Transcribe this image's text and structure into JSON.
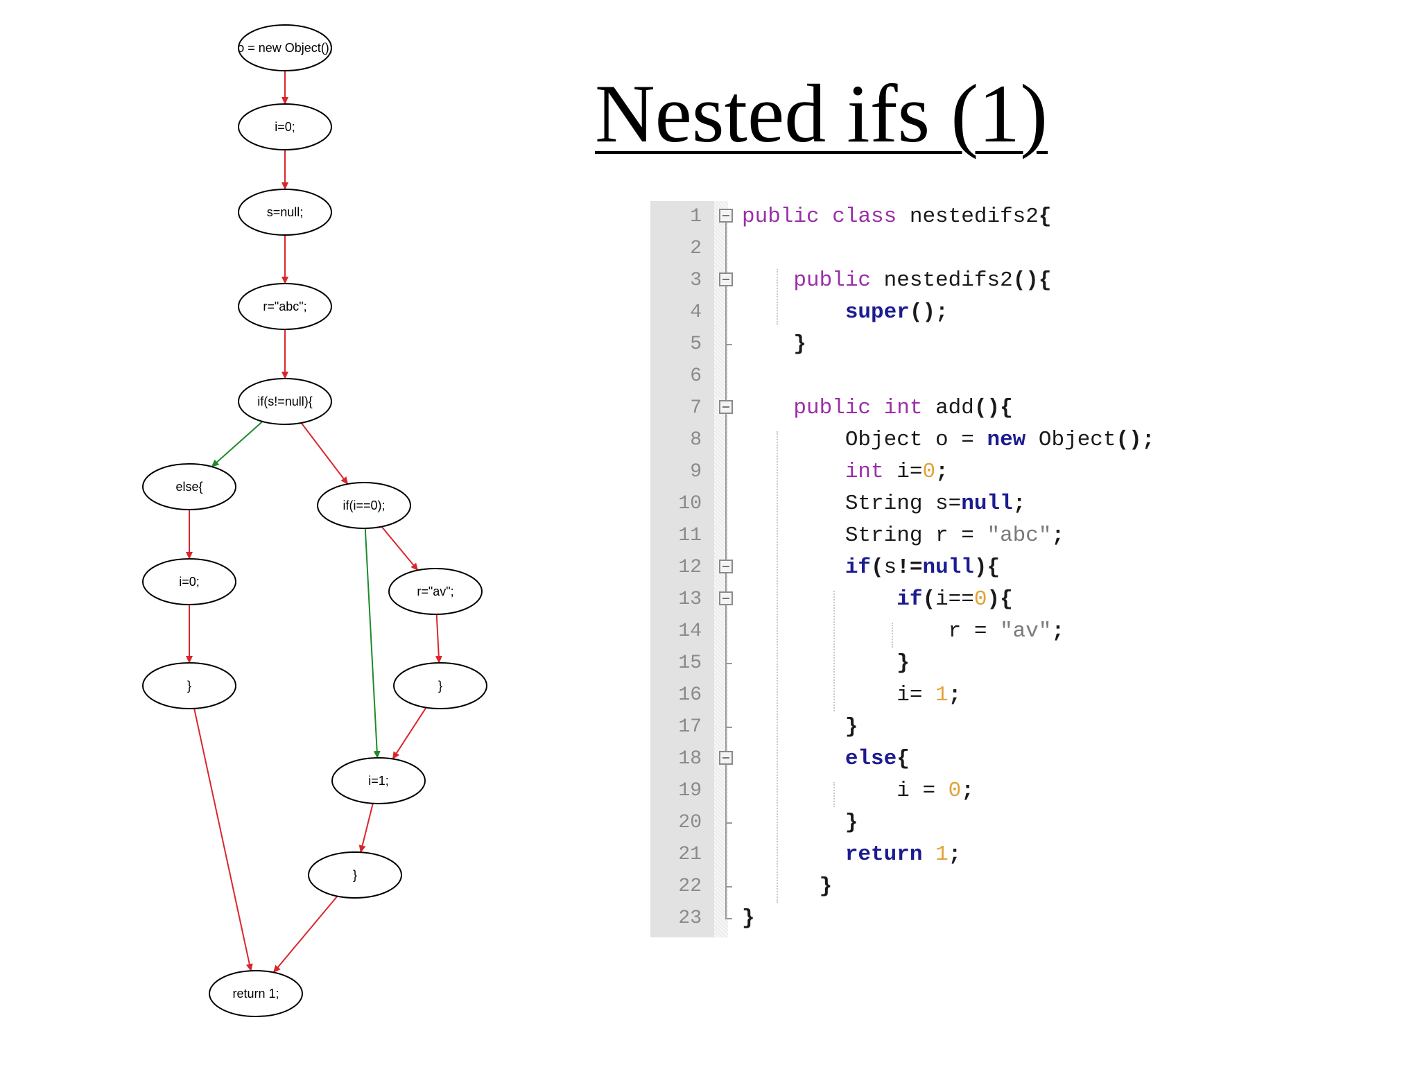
{
  "slide": {
    "title": "Nested ifs (1)"
  },
  "flowchart": {
    "nodes": [
      {
        "id": "n1",
        "label": "o = new Object();"
      },
      {
        "id": "n2",
        "label": "i=0;"
      },
      {
        "id": "n3",
        "label": "s=null;"
      },
      {
        "id": "n4",
        "label": "r=\"abc\";"
      },
      {
        "id": "n5",
        "label": "if(s!=null){"
      },
      {
        "id": "n6",
        "label": "else{"
      },
      {
        "id": "n7",
        "label": "if(i==0);"
      },
      {
        "id": "n8",
        "label": "i=0;"
      },
      {
        "id": "n9",
        "label": "r=\"av\";"
      },
      {
        "id": "n10",
        "label": "}"
      },
      {
        "id": "n11",
        "label": "}"
      },
      {
        "id": "n12",
        "label": "i=1;"
      },
      {
        "id": "n13",
        "label": "}"
      },
      {
        "id": "n14",
        "label": "return 1;"
      }
    ],
    "edges": [
      {
        "from": "n1",
        "to": "n2",
        "kind": "red"
      },
      {
        "from": "n2",
        "to": "n3",
        "kind": "red"
      },
      {
        "from": "n3",
        "to": "n4",
        "kind": "red"
      },
      {
        "from": "n4",
        "to": "n5",
        "kind": "red"
      },
      {
        "from": "n5",
        "to": "n6",
        "kind": "green"
      },
      {
        "from": "n5",
        "to": "n7",
        "kind": "red"
      },
      {
        "from": "n6",
        "to": "n8",
        "kind": "red"
      },
      {
        "from": "n7",
        "to": "n9",
        "kind": "red"
      },
      {
        "from": "n7",
        "to": "n12",
        "kind": "green"
      },
      {
        "from": "n8",
        "to": "n10",
        "kind": "red"
      },
      {
        "from": "n9",
        "to": "n11",
        "kind": "red"
      },
      {
        "from": "n11",
        "to": "n12",
        "kind": "red"
      },
      {
        "from": "n12",
        "to": "n13",
        "kind": "red"
      },
      {
        "from": "n10",
        "to": "n14",
        "kind": "red"
      },
      {
        "from": "n13",
        "to": "n14",
        "kind": "red"
      }
    ],
    "colors": {
      "red": "#d9262c",
      "green": "#1e8a2a"
    }
  },
  "code": {
    "colors": {
      "keyword": "#9a2fa8",
      "keyword_bold": "#1c1c90",
      "number": "#e0a336",
      "string": "#7a7a7a",
      "line_number": "#8a8a8a",
      "gutter": "#e2e2e2"
    },
    "lines": [
      {
        "n": "1",
        "tokens": [
          [
            "kw",
            "public"
          ],
          [
            "txt",
            " "
          ],
          [
            "kw",
            "class"
          ],
          [
            "txt",
            " nestedifs2"
          ],
          [
            "punc",
            "{"
          ]
        ]
      },
      {
        "n": "2",
        "tokens": []
      },
      {
        "n": "3",
        "tokens": [
          [
            "txt",
            "    "
          ],
          [
            "kw",
            "public"
          ],
          [
            "txt",
            " nestedifs2"
          ],
          [
            "punc",
            "(){"
          ]
        ]
      },
      {
        "n": "4",
        "tokens": [
          [
            "txt",
            "        "
          ],
          [
            "kwb",
            "super"
          ],
          [
            "punc",
            "();"
          ]
        ]
      },
      {
        "n": "5",
        "tokens": [
          [
            "txt",
            "    "
          ],
          [
            "punc",
            "}"
          ]
        ]
      },
      {
        "n": "6",
        "tokens": []
      },
      {
        "n": "7",
        "tokens": [
          [
            "txt",
            "    "
          ],
          [
            "kw",
            "public"
          ],
          [
            "txt",
            " "
          ],
          [
            "kw",
            "int"
          ],
          [
            "txt",
            " add"
          ],
          [
            "punc",
            "(){"
          ]
        ]
      },
      {
        "n": "8",
        "tokens": [
          [
            "txt",
            "        Object o = "
          ],
          [
            "kwb",
            "new"
          ],
          [
            "txt",
            " Object"
          ],
          [
            "punc",
            "();"
          ]
        ]
      },
      {
        "n": "9",
        "tokens": [
          [
            "txt",
            "        "
          ],
          [
            "kw",
            "int"
          ],
          [
            "txt",
            " i="
          ],
          [
            "num",
            "0"
          ],
          [
            "punc",
            ";"
          ]
        ]
      },
      {
        "n": "10",
        "tokens": [
          [
            "txt",
            "        String s="
          ],
          [
            "kwb",
            "null"
          ],
          [
            "punc",
            ";"
          ]
        ]
      },
      {
        "n": "11",
        "tokens": [
          [
            "txt",
            "        String r = "
          ],
          [
            "str",
            "\"abc\""
          ],
          [
            "punc",
            ";"
          ]
        ]
      },
      {
        "n": "12",
        "tokens": [
          [
            "txt",
            "        "
          ],
          [
            "kwb",
            "if"
          ],
          [
            "punc",
            "("
          ],
          [
            "txt",
            "s"
          ],
          [
            "punc",
            "!="
          ],
          [
            "kwb",
            "null"
          ],
          [
            "punc",
            "){"
          ]
        ]
      },
      {
        "n": "13",
        "tokens": [
          [
            "txt",
            "            "
          ],
          [
            "kwb",
            "if"
          ],
          [
            "punc",
            "("
          ],
          [
            "txt",
            "i=="
          ],
          [
            "num",
            "0"
          ],
          [
            "punc",
            "){"
          ]
        ]
      },
      {
        "n": "14",
        "tokens": [
          [
            "txt",
            "                r = "
          ],
          [
            "str",
            "\"av\""
          ],
          [
            "punc",
            ";"
          ]
        ]
      },
      {
        "n": "15",
        "tokens": [
          [
            "txt",
            "            "
          ],
          [
            "punc",
            "}"
          ]
        ]
      },
      {
        "n": "16",
        "tokens": [
          [
            "txt",
            "            i= "
          ],
          [
            "num",
            "1"
          ],
          [
            "punc",
            ";"
          ]
        ]
      },
      {
        "n": "17",
        "tokens": [
          [
            "txt",
            "        "
          ],
          [
            "punc",
            "}"
          ]
        ]
      },
      {
        "n": "18",
        "tokens": [
          [
            "txt",
            "        "
          ],
          [
            "kwb",
            "else"
          ],
          [
            "punc",
            "{"
          ]
        ]
      },
      {
        "n": "19",
        "tokens": [
          [
            "txt",
            "            i = "
          ],
          [
            "num",
            "0"
          ],
          [
            "punc",
            ";"
          ]
        ]
      },
      {
        "n": "20",
        "tokens": [
          [
            "txt",
            "        "
          ],
          [
            "punc",
            "}"
          ]
        ]
      },
      {
        "n": "21",
        "tokens": [
          [
            "txt",
            "        "
          ],
          [
            "kwb",
            "return"
          ],
          [
            "txt",
            " "
          ],
          [
            "num",
            "1"
          ],
          [
            "punc",
            ";"
          ]
        ]
      },
      {
        "n": "22",
        "tokens": [
          [
            "txt",
            "      "
          ],
          [
            "punc",
            "}"
          ]
        ]
      },
      {
        "n": "23",
        "tokens": [
          [
            "punc",
            "}"
          ]
        ]
      }
    ],
    "fold_markers": {
      "1": "box",
      "2": "line",
      "3": "box",
      "4": "line",
      "5": "tick",
      "6": "line",
      "7": "box",
      "8": "line",
      "9": "line",
      "10": "line",
      "11": "line",
      "12": "box",
      "13": "box",
      "14": "line",
      "15": "tick",
      "16": "line",
      "17": "tick",
      "18": "box",
      "19": "line",
      "20": "tick",
      "21": "line",
      "22": "tick",
      "23": "end"
    }
  }
}
